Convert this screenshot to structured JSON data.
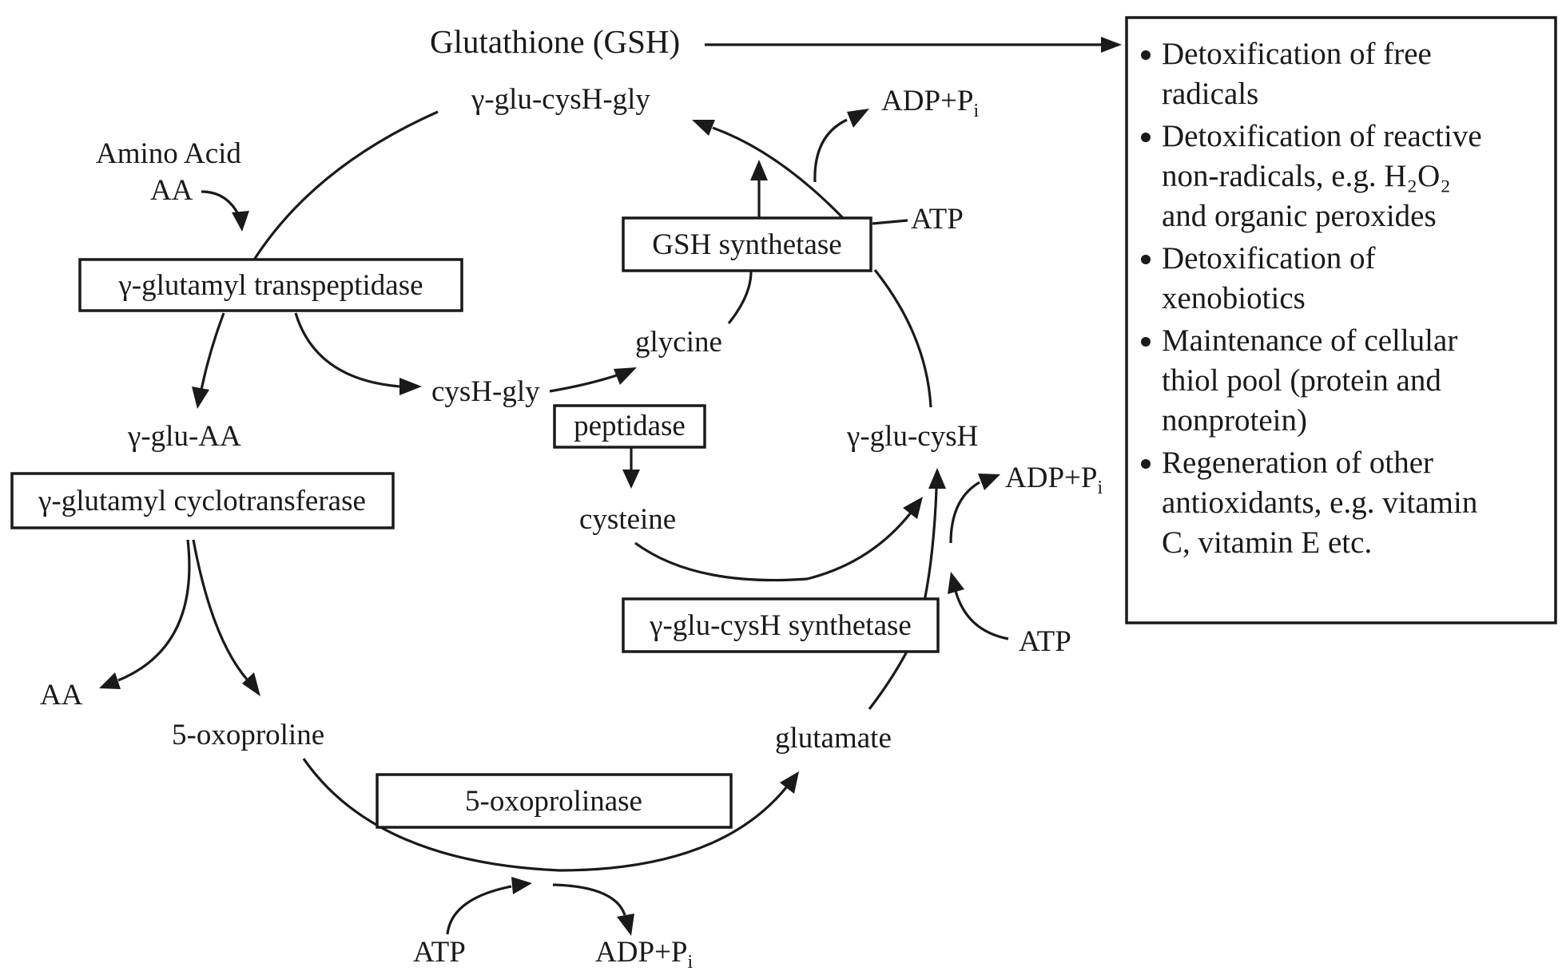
{
  "diagram": {
    "title": "Glutathione (GSH)",
    "compounds": {
      "gsh": "γ-glu-cysH-gly",
      "amino_acid_name": "Amino Acid",
      "amino_acid_abbr": "AA",
      "glu_aa": "γ-glu-AA",
      "cysh_gly": "cysH-gly",
      "glycine": "glycine",
      "cysteine": "cysteine",
      "glu_cysh": "γ-glu-cysH",
      "aa_out": "AA",
      "oxoproline": "5-oxoproline",
      "glutamate": "glutamate"
    },
    "enzymes": {
      "transpeptidase": "γ-glutamyl transpeptidase",
      "cyclotransferase": "γ-glutamyl cyclotransferase",
      "gsh_synthetase": "GSH synthetase",
      "peptidase": "peptidase",
      "glu_cysh_synthetase": "γ-glu-cysH synthetase",
      "oxoprolinase": "5-oxoprolinase"
    },
    "cofactors": {
      "gsh_adp": "ADP+P",
      "gsh_adp_sub": "i",
      "gsh_atp": "ATP",
      "gcs_adp": "ADP+P",
      "gcs_adp_sub": "i",
      "gcs_atp": "ATP",
      "oxo_atp": "ATP",
      "oxo_adp": "ADP+P",
      "oxo_adp_sub": "i"
    }
  },
  "functions_box": {
    "items": [
      {
        "lines": [
          "Detoxification of free",
          "radicals"
        ]
      },
      {
        "lines": [
          "Detoxification of reactive",
          "non-radicals, e.g. H₂O₂",
          "and organic peroxides"
        ]
      },
      {
        "lines": [
          "Detoxification of",
          "xenobiotics"
        ]
      },
      {
        "lines": [
          "Maintenance of cellular",
          "thiol pool (protein and",
          "nonprotein)"
        ]
      },
      {
        "lines": [
          "Regeneration of other",
          "antioxidants, e.g. vitamin",
          "C, vitamin E etc."
        ]
      }
    ]
  }
}
